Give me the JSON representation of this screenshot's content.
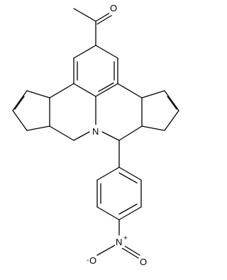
{
  "molecule": {
    "atom_labels": {
      "carbonyl_oxygen": "O",
      "ring_nitrogen": "N",
      "nitro_nitrogen": "N",
      "nitro_charge_plus": "+",
      "nitro_oxygen_left": "O",
      "nitro_charge_minus": "-",
      "nitro_oxygen_right": "O"
    },
    "colors": {
      "bond": "#000000",
      "label": "#000000",
      "background": "#ffffff"
    }
  }
}
